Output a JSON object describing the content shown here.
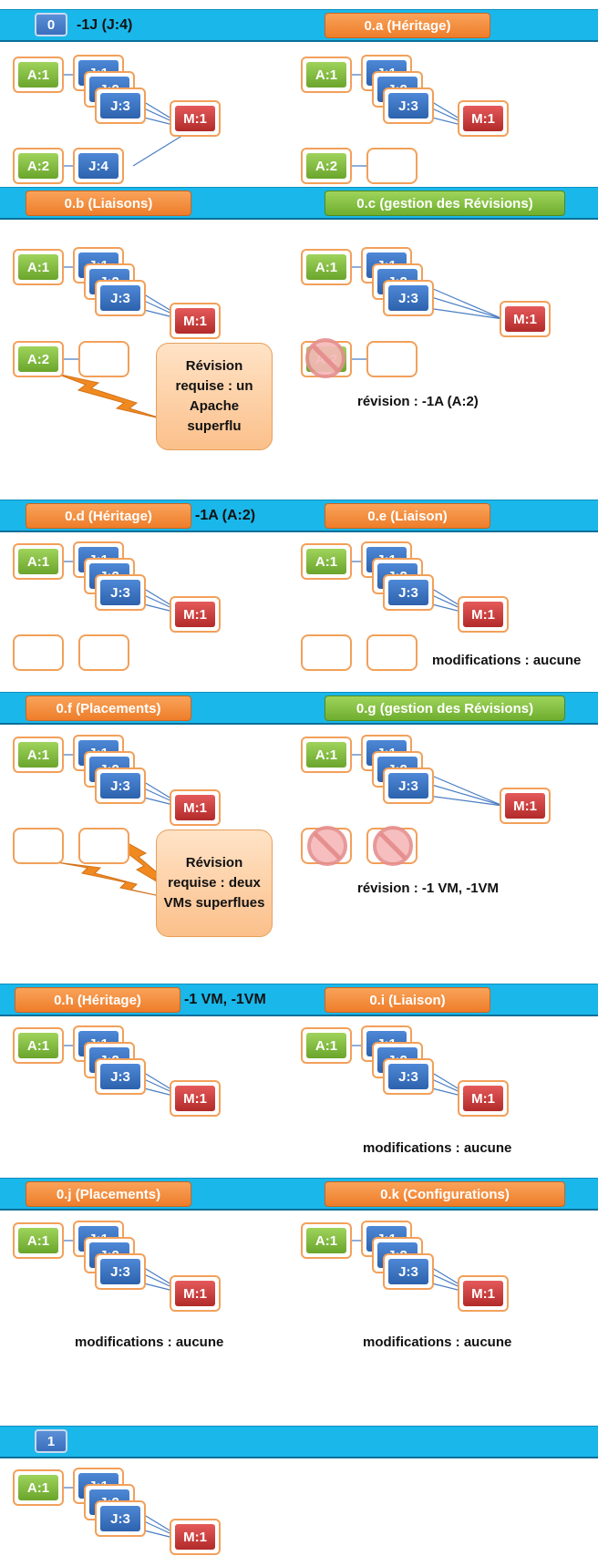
{
  "nodes": {
    "A1": "A:1",
    "A2": "A:2",
    "J1": "J:1",
    "J2": "J:2",
    "J3": "J:3",
    "J4": "J:4",
    "M1": "M:1"
  },
  "sections": {
    "s0": {
      "label": "0",
      "text": "-1J (J:4)"
    },
    "s0a": {
      "label": "0.a (Héritage)"
    },
    "s0b": {
      "label": "0.b (Liaisons)"
    },
    "s0c": {
      "label": "0.c (gestion des Révisions)"
    },
    "s0d": {
      "label": "0.d (Héritage)",
      "text": "-1A (A:2)"
    },
    "s0e": {
      "label": "0.e (Liaison)"
    },
    "s0f": {
      "label": "0.f (Placements)"
    },
    "s0g": {
      "label": "0.g (gestion des Révisions)"
    },
    "s0h": {
      "label": "0.h (Héritage)",
      "text": "-1 VM, -1VM"
    },
    "s0i": {
      "label": "0.i (Liaison)"
    },
    "s0j": {
      "label": "0.j (Placements)"
    },
    "s0k": {
      "label": "0.k (Configurations)"
    },
    "s1": {
      "label": "1"
    }
  },
  "callouts": {
    "b": "Révision requise : un Apache superflu",
    "f": "Révision requise : deux VMs superflues"
  },
  "notes": {
    "c": "révision : -1A (A:2)",
    "e": "modifications : aucune",
    "g": "révision : -1 VM, -1VM",
    "i": "modifications : aucune",
    "j": "modifications : aucune",
    "k": "modifications : aucune"
  },
  "colors": {
    "band": "#1ab7ea",
    "orange": "#ee7d2a",
    "green": "#6fae2f",
    "blue": "#2d62ad",
    "red": "#b22a2a",
    "nodeBorder": "#f2a05a"
  }
}
